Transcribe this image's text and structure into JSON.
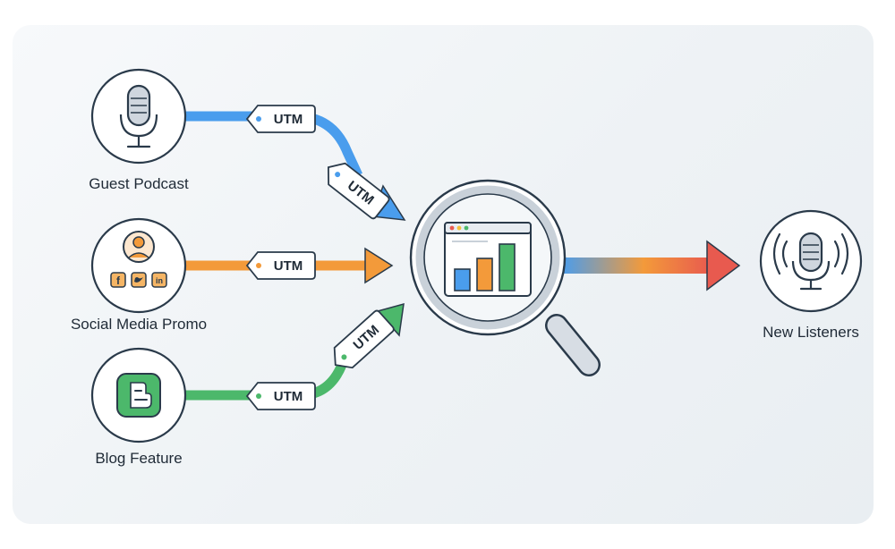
{
  "diagram": {
    "sources": [
      {
        "label": "Guest Podcast",
        "icon": "microphone-icon",
        "color": "#4a9ded"
      },
      {
        "label": "Social Media Promo",
        "icon": "user-social-icon",
        "color": "#f39a3a"
      },
      {
        "label": "Blog Feature",
        "icon": "blog-icon",
        "color": "#4cb86b"
      }
    ],
    "tags": {
      "podcast_flat": "UTM",
      "podcast_angled": "UTM",
      "social": "UTM",
      "blog_flat": "UTM",
      "blog_angled": "UTM"
    },
    "hub": {
      "icon": "analytics-magnifier-icon"
    },
    "destination": {
      "label": "New Listeners",
      "icon": "broadcast-microphone-icon"
    },
    "social_icons": [
      "facebook-icon",
      "twitter-icon",
      "linkedin-icon"
    ],
    "bar_colors": [
      "#4a9ded",
      "#f39a3a",
      "#4cb86b"
    ]
  }
}
